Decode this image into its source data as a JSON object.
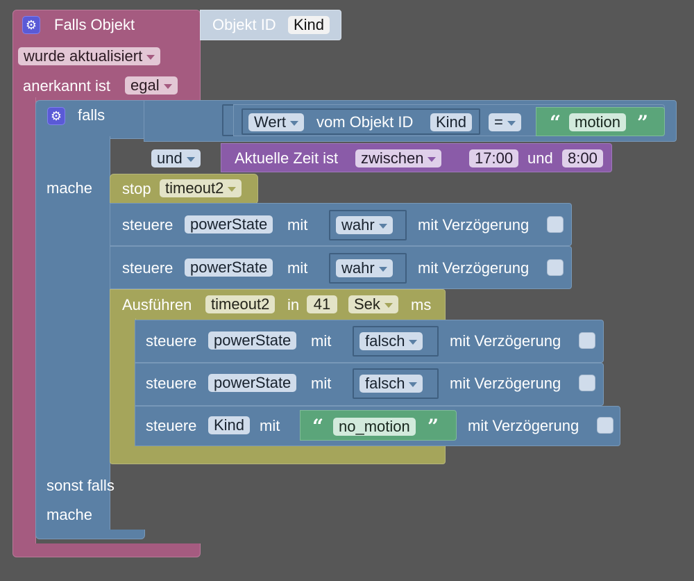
{
  "trigger": {
    "title": "Falls Objekt",
    "object_label": "Objekt ID",
    "object_id": "Kind",
    "change_mode": "wurde aktualisiert",
    "ack_label": "anerkannt ist",
    "ack_value": "egal"
  },
  "if_block": {
    "if_label": "falls",
    "do_label": "mache",
    "elseif_label": "sonst falls",
    "else_do_label": "mache",
    "condition": {
      "attribute": "Wert",
      "of_object_label": "vom Objekt ID",
      "object_id": "Kind",
      "operator": "=",
      "compare_text": "motion"
    },
    "logic_operator": "und",
    "time_condition": {
      "label": "Aktuelle Zeit ist",
      "mode": "zwischen",
      "start": "17:00",
      "and_label": "und",
      "end": "8:00"
    }
  },
  "stop": {
    "label": "stop",
    "timer": "timeout2"
  },
  "control_label": "steuere",
  "with_label": "mit",
  "delay_label": "mit Verzögerung",
  "controls_direct": [
    {
      "state": "powerState",
      "value": "wahr"
    },
    {
      "state": "powerState",
      "value": "wahr"
    }
  ],
  "timeout": {
    "label": "Ausführen",
    "timer": "timeout2",
    "in_label": "in",
    "delay": "41",
    "unit": "Sek",
    "ms_label": "ms"
  },
  "controls_delayed": [
    {
      "state": "powerState",
      "value": "falsch"
    },
    {
      "state": "powerState",
      "value": "falsch"
    },
    {
      "state": "Kind",
      "value": "no_motion"
    }
  ],
  "glyphs": {
    "gear": "⚙",
    "open_quote": "“",
    "close_quote": "”"
  },
  "colors": {
    "workspace": "#575757",
    "event_block": "#a55b80",
    "logic_block": "#5b80a5",
    "timer_block": "#a5a55b",
    "time_block": "#8a5ba8",
    "text_block": "#5ba57a",
    "settings_icon": "#5a5ad6"
  }
}
